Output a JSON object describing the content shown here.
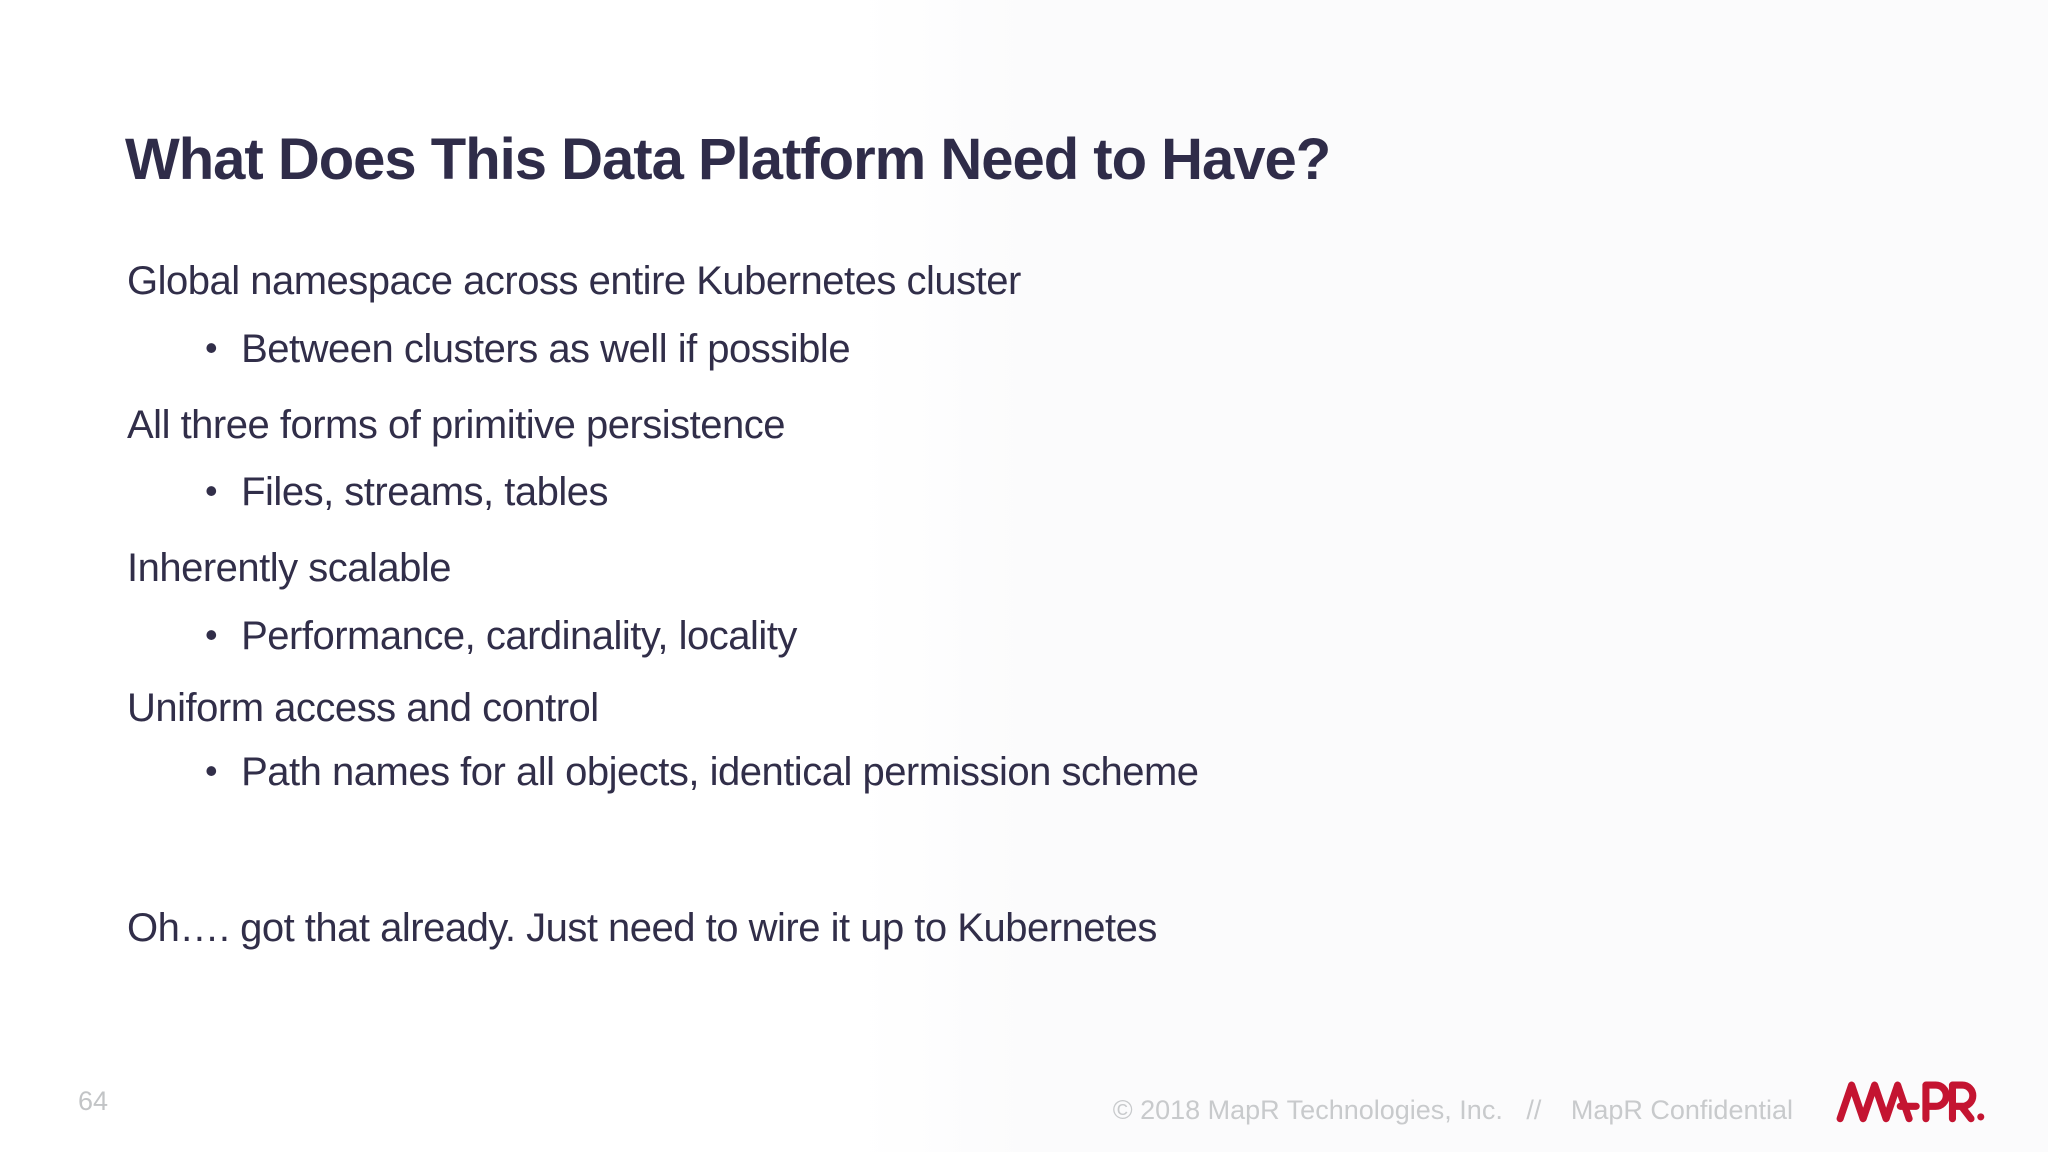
{
  "slide": {
    "title": "What Does This Data Platform Need to Have?",
    "body": {
      "lines": [
        {
          "level": 1,
          "text": "Global namespace across entire Kubernetes cluster"
        },
        {
          "level": 2,
          "bullet": "•",
          "text": "Between clusters as well if possible"
        },
        {
          "level": 1,
          "text": "All three forms of primitive persistence"
        },
        {
          "level": 2,
          "bullet": "•",
          "text": "Files, streams, tables"
        },
        {
          "level": 1,
          "text": "Inherently scalable"
        },
        {
          "level": 2,
          "bullet": "•",
          "text": "Performance, cardinality, locality"
        },
        {
          "level": 1,
          "text": "Uniform access and control"
        },
        {
          "level": 2,
          "bullet": "•",
          "text": "Path names for all objects, identical permission scheme"
        },
        {
          "level": 1,
          "text": "Oh…. got that already. Just need to wire it up to Kubernetes"
        }
      ]
    },
    "footer": {
      "page_number": "64",
      "copyright": "© 2018 MapR Technologies, Inc.",
      "separator": "//",
      "confidential": "MapR Confidential",
      "logo_text": "MAPR."
    },
    "colors": {
      "text": "#312E49",
      "title": "#2F2C49",
      "footer_text": "#C8CACC",
      "logo_red": "#C41431",
      "background": "#FFFFFF"
    }
  }
}
